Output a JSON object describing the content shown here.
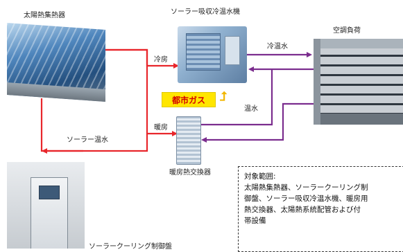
{
  "labels": {
    "solar_collector": "太陽熱集熱器",
    "absorption_chiller": "ソーラー吸収冷温水機",
    "air_conditioning_load": "空調負荷",
    "cooling": "冷房",
    "heating": "暖房",
    "chilled_hot_water": "冷温水",
    "hot_water": "温水",
    "solar_hot_water": "ソーラー温水",
    "city_gas": "都市ガス",
    "heating_heat_exchanger": "暖房熱交換器",
    "solar_cooling_control_panel": "ソーラークーリング制御盤"
  },
  "scope": {
    "title": "対象範囲:",
    "lines": [
      "太陽熱集熱器、ソーラークーリング制",
      "御盤、ソーラー吸収冷温水機、暖房用",
      "熱交換器、太陽熱系統配管および付",
      "帯設備"
    ]
  },
  "colors": {
    "solar_line": "#e8262b",
    "water_line": "#7b2d8e",
    "gas_box": "#ffe600",
    "gas_text": "#d40000",
    "gas_arrow": "#f2b600"
  },
  "icons": {
    "gas_arrow": "up-arrow-icon"
  }
}
